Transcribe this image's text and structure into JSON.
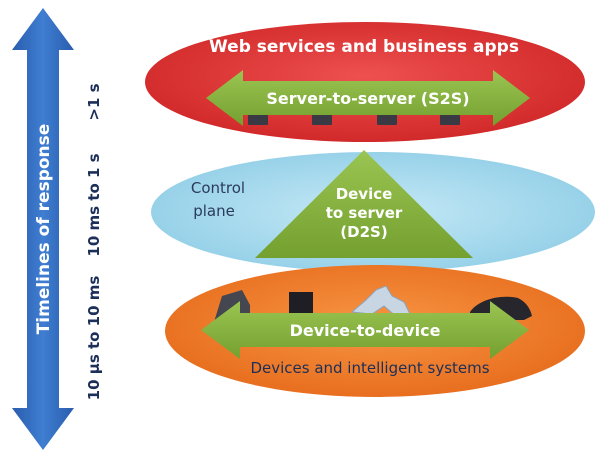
{
  "timeline": {
    "axis_title": "Timelines of response",
    "ranges": [
      "10 µs to 10 ms",
      "10 ms to 1 s",
      ">1 s"
    ]
  },
  "layers": {
    "top": {
      "title": "Web services and business apps",
      "arrow_label": "Server-to-server (S2S)"
    },
    "middle": {
      "side_label_line1": "Control",
      "side_label_line2": "plane",
      "arrow_line1": "Device",
      "arrow_line2": "to server",
      "arrow_line3": "(D2S)"
    },
    "bottom": {
      "arrow_label": "Device-to-device",
      "title": "Devices and intelligent systems"
    }
  },
  "colors": {
    "timeline_arrow": "#3a6fc0",
    "top_ellipse": "#e23a3a",
    "middle_ellipse": "#a9dcef",
    "bottom_ellipse": "#f07d2a",
    "green_arrow": "#86b33f",
    "label_white": "#ffffff",
    "label_dark": "#2b3a5c"
  }
}
